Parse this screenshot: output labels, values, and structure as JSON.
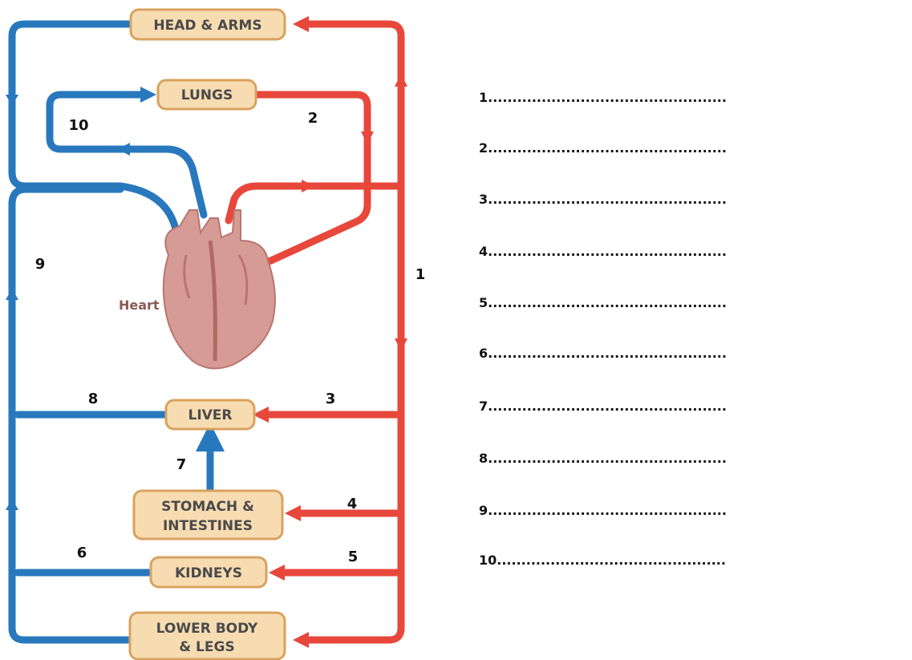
{
  "organs": {
    "head_arms": [
      "HEAD & ARMS"
    ],
    "lungs": [
      "LUNGS"
    ],
    "liver": [
      "LIVER"
    ],
    "stomach": [
      "STOMACH &",
      "INTESTINES"
    ],
    "kidneys": [
      "KIDNEYS"
    ],
    "lower_body": [
      "LOWER BODY",
      "& LEGS"
    ]
  },
  "heart_label": "Heart",
  "vessel_numbers": [
    "1",
    "2",
    "3",
    "4",
    "5",
    "6",
    "7",
    "8",
    "9",
    "10"
  ],
  "answer_lines": [
    "1.................................................",
    "2.................................................",
    "3.................................................",
    "4.................................................",
    "5.................................................",
    "6.................................................",
    "7.................................................",
    "8.................................................",
    "9.................................................",
    "10..............................................."
  ],
  "colors": {
    "deoxygenated": "#2878be",
    "oxygenated": "#e8473c",
    "organ_fill": "#f7dcb2",
    "heart": "#d79b96"
  }
}
